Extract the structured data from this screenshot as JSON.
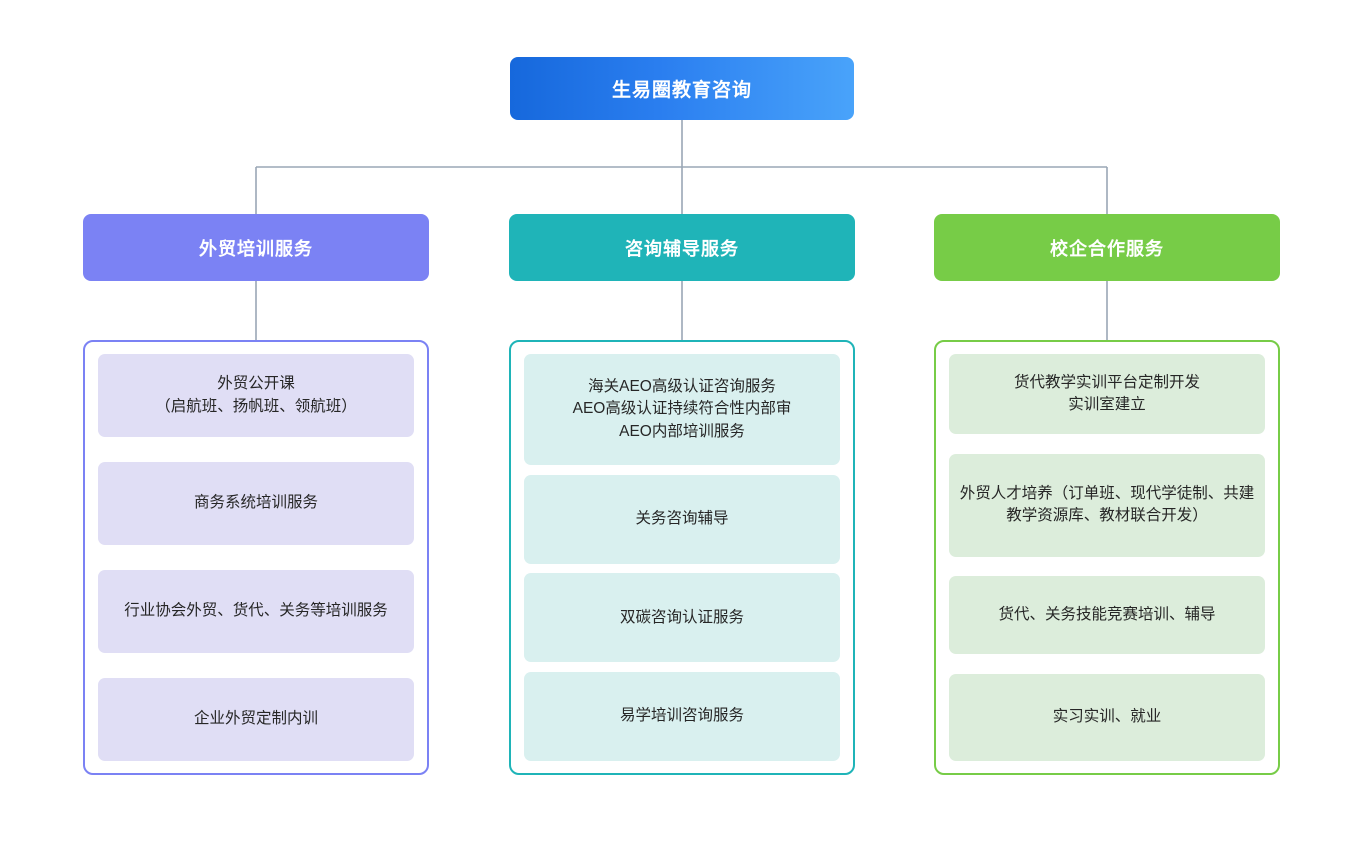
{
  "diagram": {
    "type": "organizational-hierarchy",
    "root": {
      "label": "生易圈教育咨询",
      "color": "#1668dc",
      "gradient_to": "#49a3fa"
    },
    "branches": [
      {
        "id": "training",
        "label": "外贸培训服务",
        "color": "#7b82f4",
        "leaf_fill": "#e0def5",
        "items": [
          "外贸公开课\n（启航班、扬帆班、领航班）",
          "商务系统培训服务",
          "行业协会外贸、货代、关务等培训服务",
          "企业外贸定制内训"
        ]
      },
      {
        "id": "consulting",
        "label": "咨询辅导服务",
        "color": "#1fb4b8",
        "leaf_fill": "#d9f0ef",
        "items": [
          "海关AEO高级认证咨询服务\nAEO高级认证持续符合性内部审\nAEO内部培训服务",
          "关务咨询辅导",
          "双碳咨询认证服务",
          "易学培训咨询服务"
        ]
      },
      {
        "id": "school-enterprise",
        "label": "校企合作服务",
        "color": "#77cc47",
        "leaf_fill": "#dceddb",
        "items": [
          "货代教学实训平台定制开发\n实训室建立",
          "外贸人才培养（订单班、现代学徒制、共建教学资源库、教材联合开发）",
          "货代、关务技能竞赛培训、辅导",
          "实习实训、就业"
        ]
      }
    ],
    "connector_color": "#9aa7b5"
  }
}
